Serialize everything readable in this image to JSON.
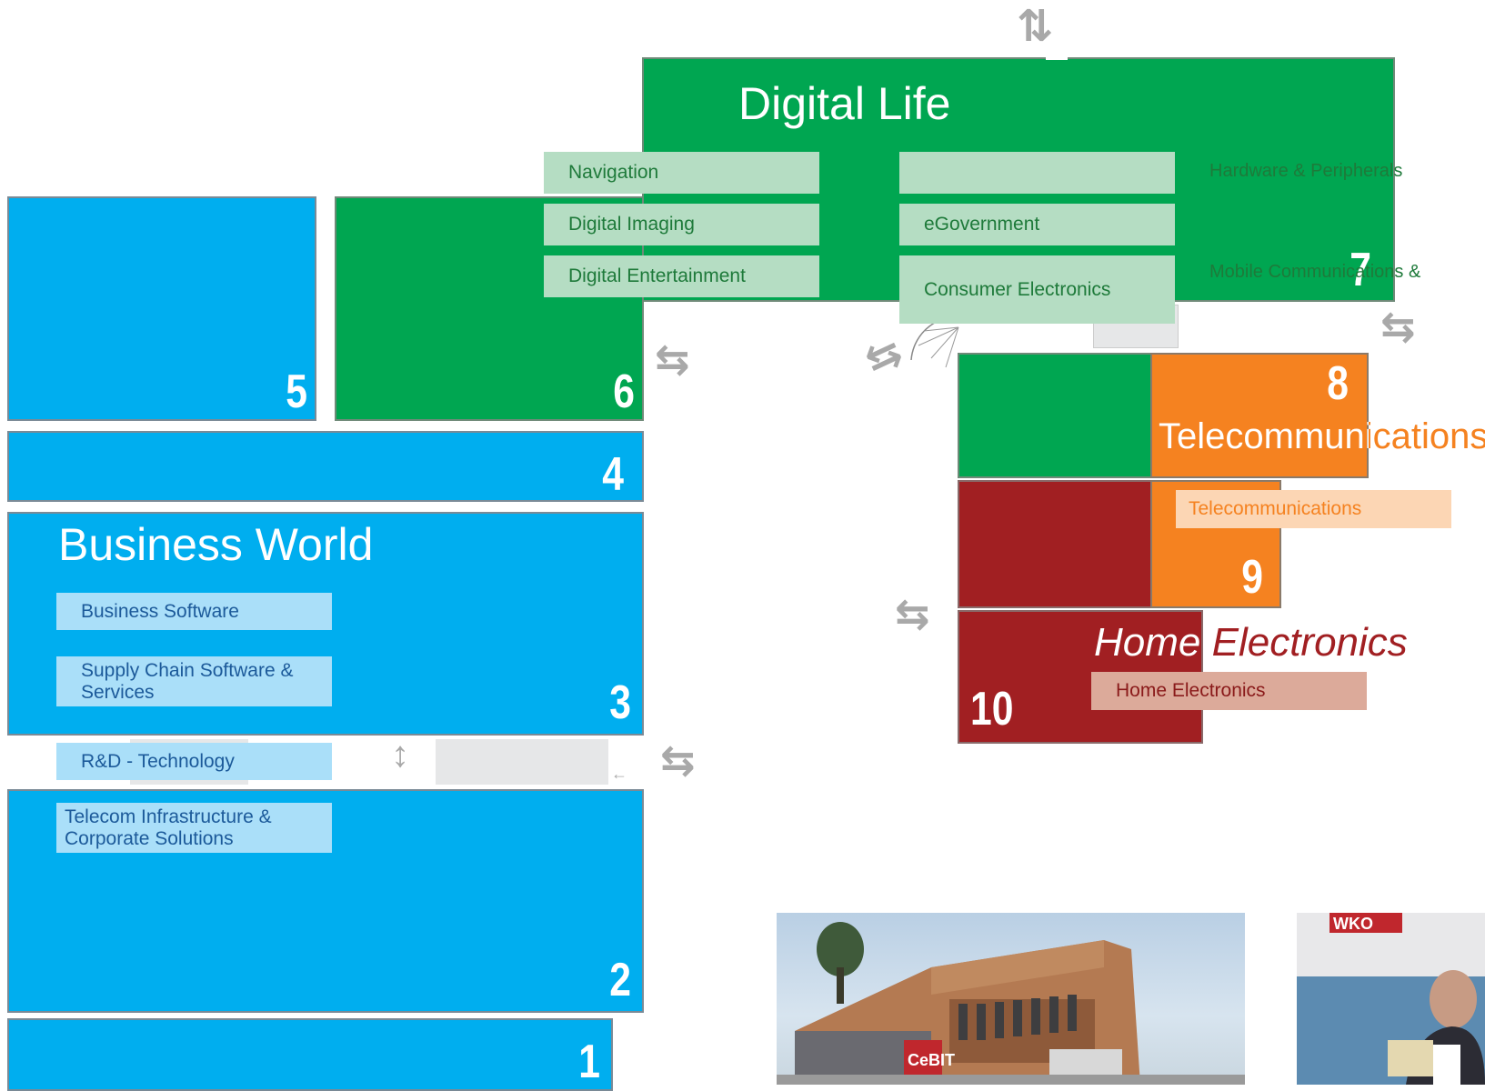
{
  "colors": {
    "business_world": "#00aeef",
    "digital_life": "#00a651",
    "telecommunications": "#f58220",
    "home_electronics": "#a11f22"
  },
  "halls": {
    "h1": "1",
    "h2": "2",
    "h3": "3",
    "h4": "4",
    "h5": "5",
    "h6": "6",
    "h7": "7",
    "h8": "8",
    "h9": "9",
    "h10": "10"
  },
  "business_world": {
    "title": "Business World",
    "topics": [
      "Business Software",
      "Supply Chain Software & Services",
      "R&D - Technology",
      "Telecom Infrastructure & Corporate Solutions"
    ]
  },
  "digital_life": {
    "title": "Digital Life",
    "topics": [
      "Navigation",
      "Digital Imaging",
      "Digital Entertainment",
      "eGovernment",
      "Consumer Electronics",
      "Hardware & Peripherals",
      "Mobile Communications &"
    ]
  },
  "telecommunications": {
    "title": "Telecommunications",
    "topic": "Telecommunications"
  },
  "home_electronics": {
    "title_part1": "Home",
    "title_part2": "Electronics",
    "topic": "Home Electronics"
  },
  "photos": {
    "building_sign": "CeBIT",
    "booth_sign": "WKO"
  },
  "icons": {
    "arrow_icons": [
      "bidirectional-arrow-icon"
    ]
  }
}
